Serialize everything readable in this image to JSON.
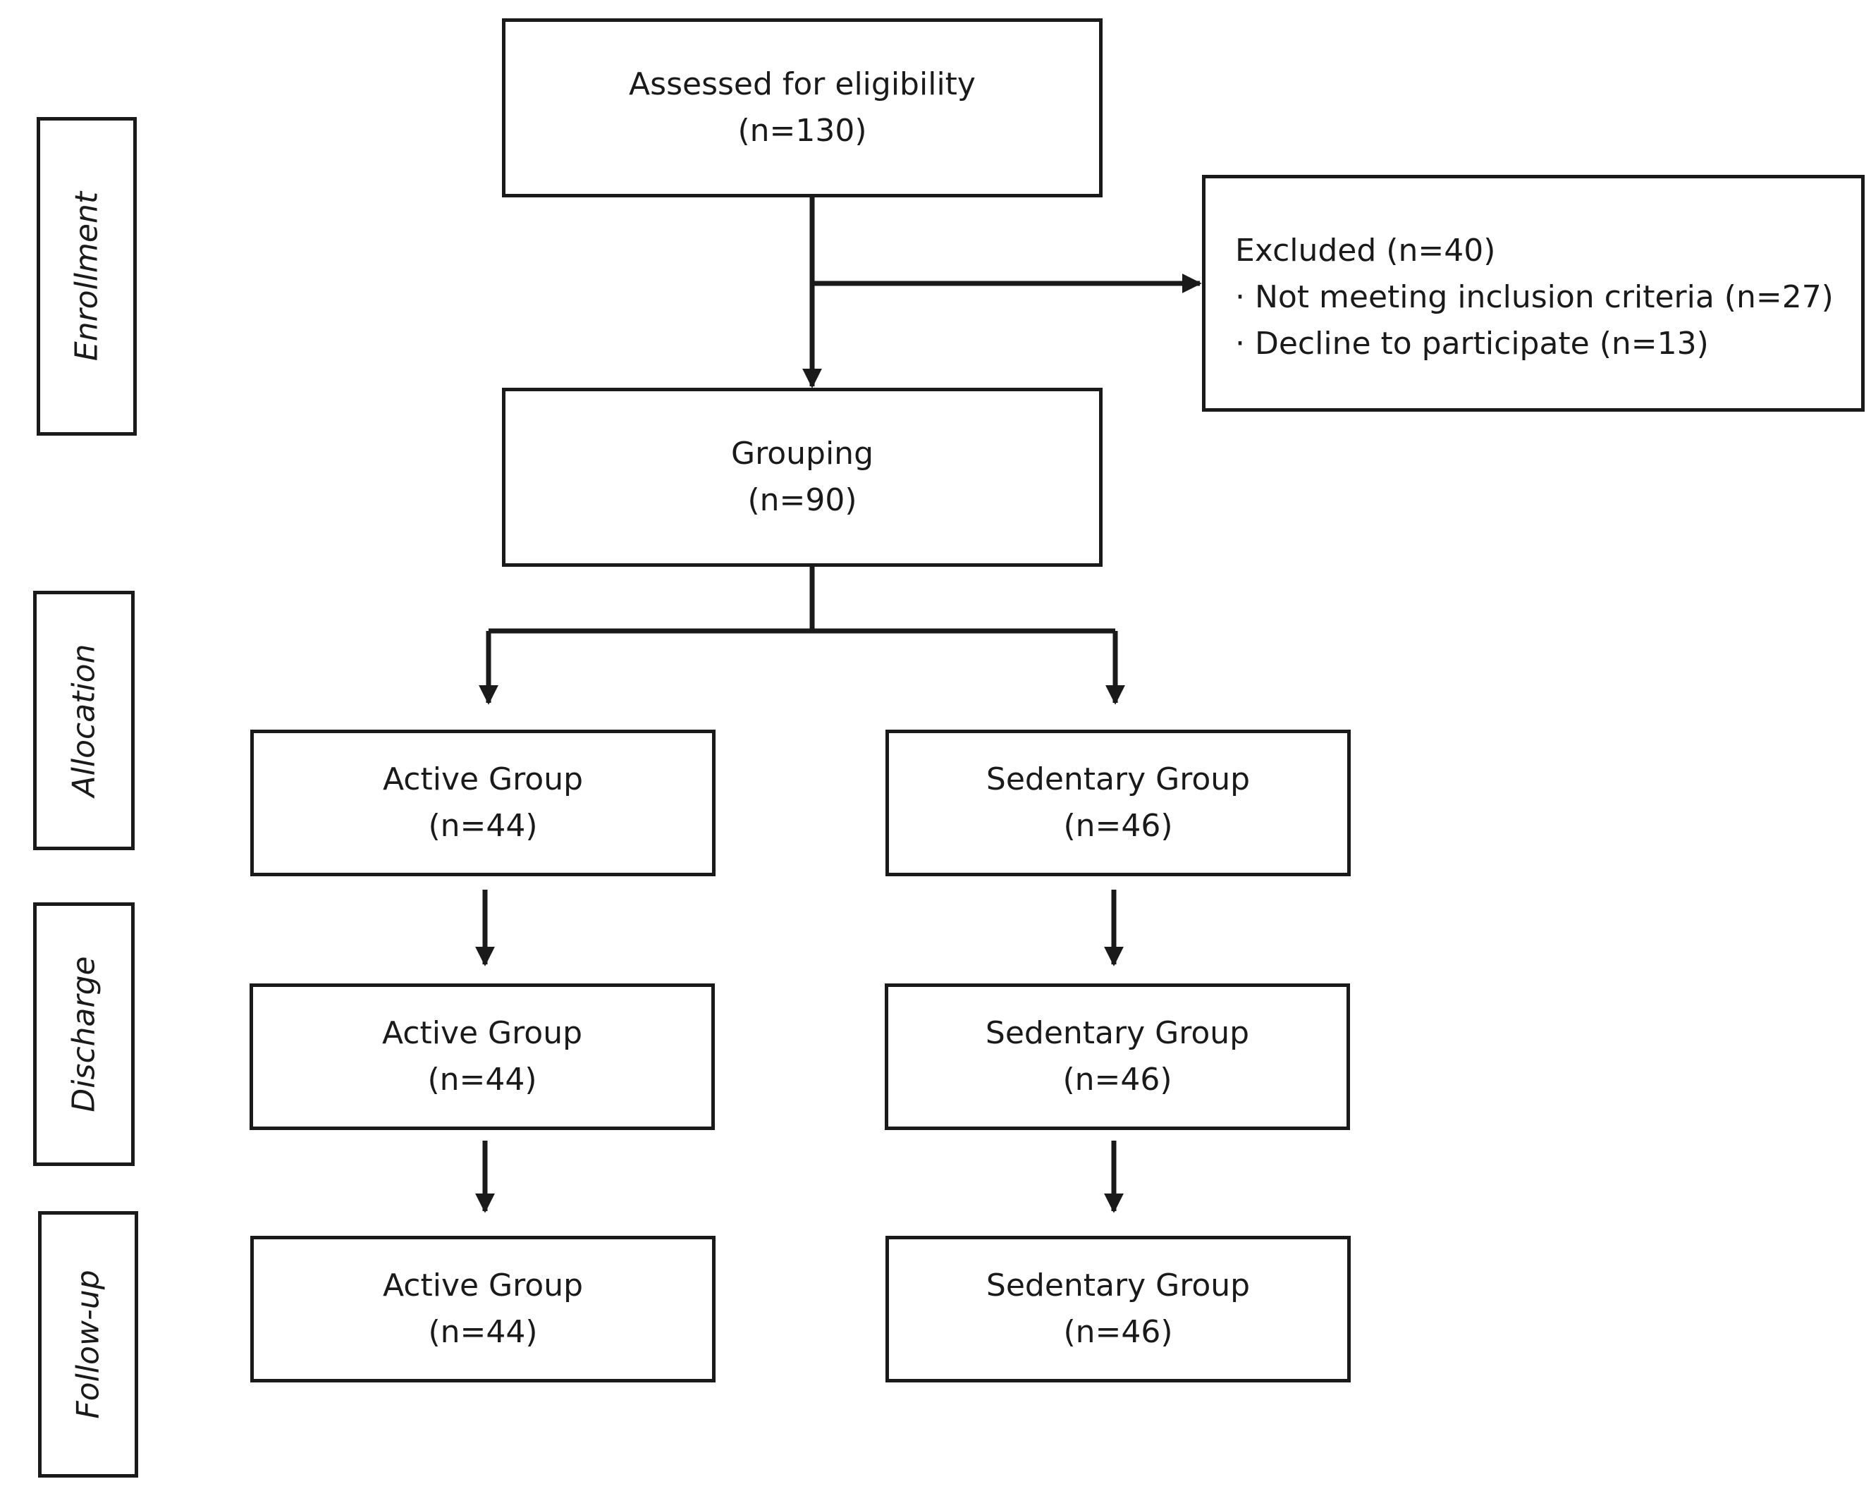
{
  "phases": {
    "enrollment": "Enrollment",
    "allocation": "Allocation",
    "discharge": "Discharge",
    "followup": "Follow-up"
  },
  "assessed": {
    "label": "Assessed for eligibility",
    "n": "(n=130)"
  },
  "excluded": {
    "title": "Excluded (n=40)",
    "reasons": [
      "· Not meeting inclusion criteria (n=27)",
      "· Decline to participate (n=13)"
    ]
  },
  "grouping": {
    "label": "Grouping",
    "n": "(n=90)"
  },
  "allocation": {
    "active": {
      "label": "Active Group",
      "n": "(n=44)"
    },
    "sedentary": {
      "label": "Sedentary Group",
      "n": "(n=46)"
    }
  },
  "discharge": {
    "active": {
      "label": "Active Group",
      "n": "(n=44)"
    },
    "sedentary": {
      "label": "Sedentary Group",
      "n": "(n=46)"
    }
  },
  "followup": {
    "active": {
      "label": "Active Group",
      "n": "(n=44)"
    },
    "sedentary": {
      "label": "Sedentary Group",
      "n": "(n=46)"
    }
  }
}
